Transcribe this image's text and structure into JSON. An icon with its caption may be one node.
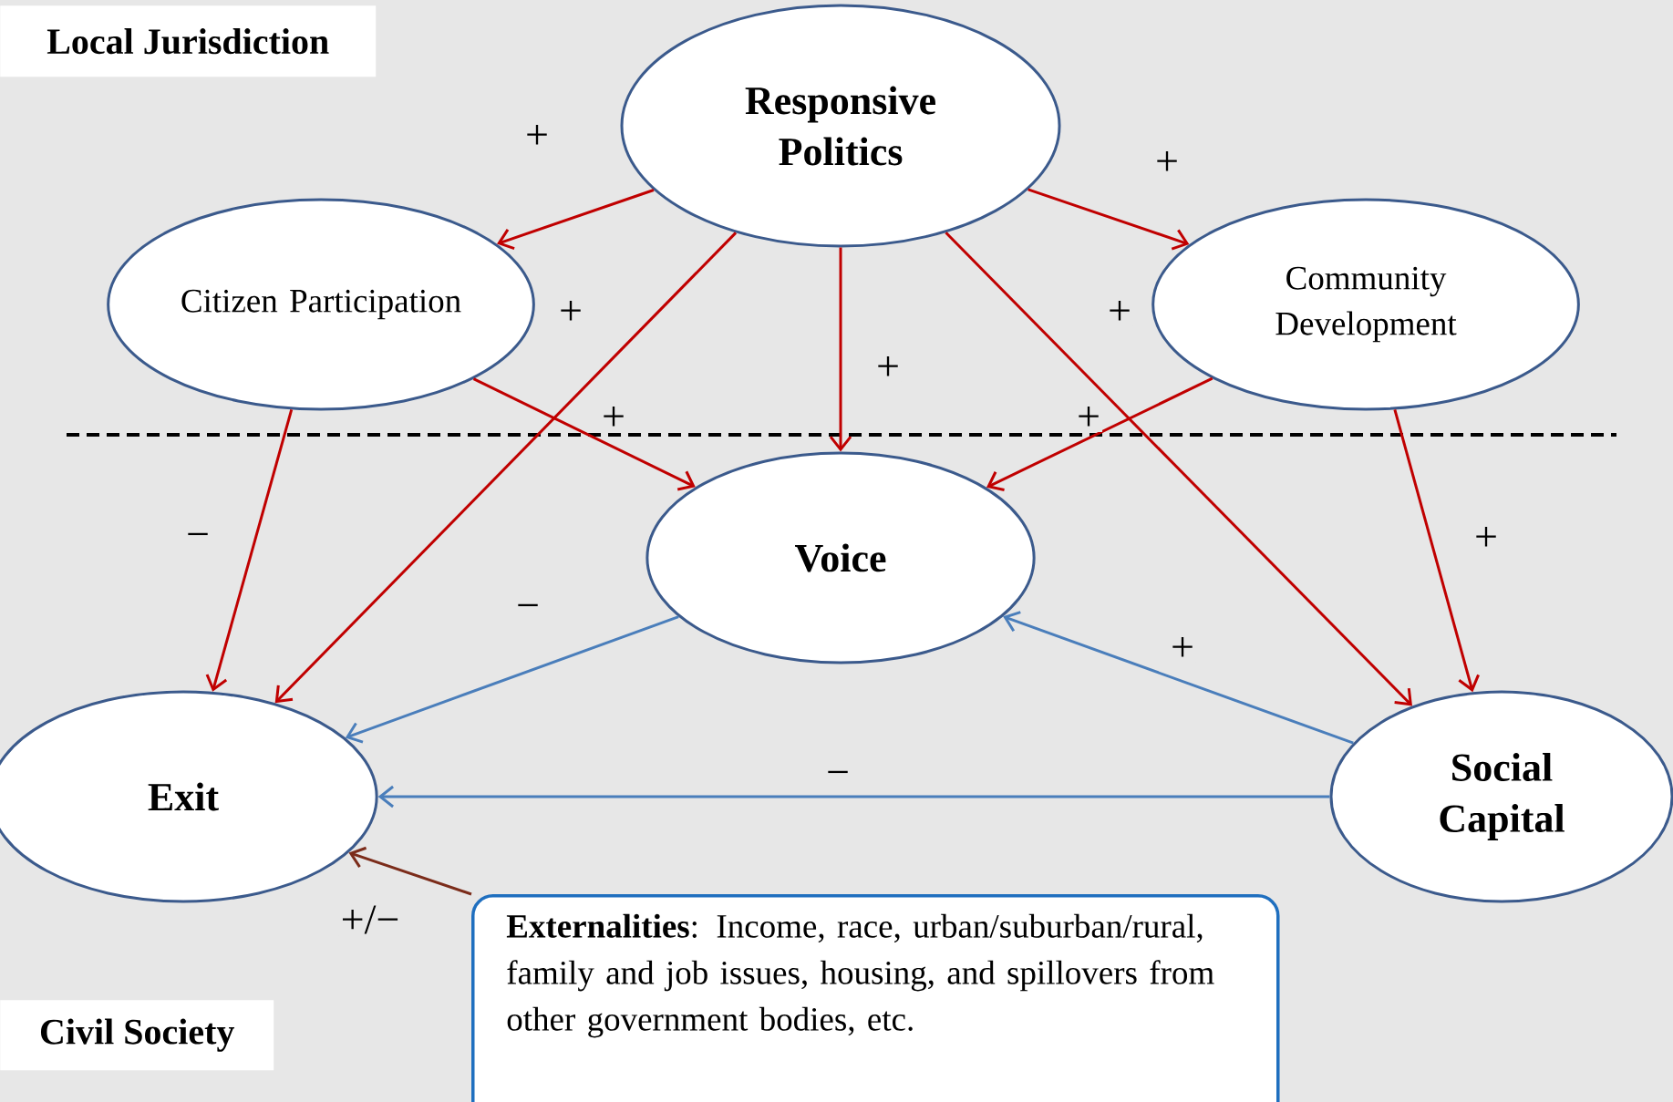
{
  "diagram": {
    "nodes": [
      {
        "text": [
          "Responsive Politics"
        ]
      },
      {
        "text": [
          "Citizen Participation"
        ]
      },
      {
        "text": [
          "Community Development"
        ]
      },
      {
        "text": [
          "Voice"
        ]
      },
      {
        "text": [
          "Exit"
        ]
      },
      {
        "text": [
          "Social Capital"
        ]
      },
      {
        "text": [
          "**Externalities**: Income, race, urban/suburban/rural, family and job issues, housing, and spillovers from other government bodies, etc."
        ]
      }
    ],
    "edges": [
      {
        "from": 0,
        "to": 1,
        "arrow": "to",
        "label": "+"
      },
      {
        "from": 0,
        "to": 2,
        "arrow": "to",
        "label": "+"
      },
      {
        "from": 0,
        "to": 4,
        "arrow": "to",
        "label": "+"
      },
      {
        "from": 0,
        "to": 3,
        "arrow": "to",
        "label": "+"
      },
      {
        "from": 0,
        "to": 5,
        "arrow": "to",
        "label": "+"
      },
      {
        "from": 1,
        "to": 3,
        "arrow": "to",
        "label": "+"
      },
      {
        "from": 2,
        "to": 3,
        "arrow": "to",
        "label": "+"
      },
      {
        "from": 1,
        "to": 4,
        "arrow": "to",
        "label": "−"
      },
      {
        "from": 2,
        "to": 5,
        "arrow": "to",
        "label": "+"
      },
      {
        "from": 3,
        "to": 4,
        "arrow": "to",
        "label": "−",
        "color": "#4a7ebb"
      },
      {
        "from": 5,
        "to": 3,
        "arrow": "to",
        "label": "+",
        "color": "#4a7ebb"
      },
      {
        "from": 5,
        "to": 4,
        "arrow": "to",
        "label": "−",
        "color": "#4a7ebb"
      },
      {
        "from": 6,
        "to": 4,
        "arrow": "to",
        "label": "+/−",
        "color": "#7b2c1a"
      }
    ],
    "labels": [
      "Local Jurisdiction",
      "Civil Society"
    ]
  }
}
